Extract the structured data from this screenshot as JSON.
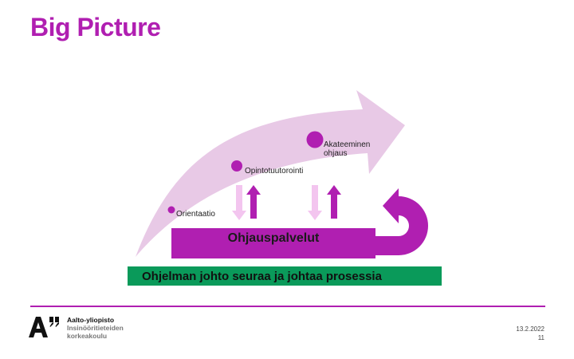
{
  "slide": {
    "title": "Big Picture",
    "title_color": "#b01fb1"
  },
  "diagram": {
    "arrow_color": "#e8c9e6",
    "accent_color": "#b01fb1",
    "light_accent_color": "#f3c5ef",
    "nodes": [
      {
        "id": "orientaatio",
        "label_line1": "Orientaatio",
        "label_line2": ""
      },
      {
        "id": "opintotuutorointi",
        "label_line1": "Opintotuutorointi",
        "label_line2": ""
      },
      {
        "id": "akateeminen",
        "label_line1": "Akateeminen",
        "label_line2": "ohjaus"
      }
    ],
    "bar_label": "Ohjauspalvelut",
    "green_bar_label": "Ohjelman johto seuraa ja johtaa prosessia",
    "green_bar_color": "#0a9a5a"
  },
  "footer": {
    "org_line1": "Aalto-yliopisto",
    "org_line2": "Insinööritieteiden",
    "org_line3": "korkeakoulu",
    "date": "13.2.2022",
    "page_number": "11",
    "line_color": "#b01fb1"
  }
}
